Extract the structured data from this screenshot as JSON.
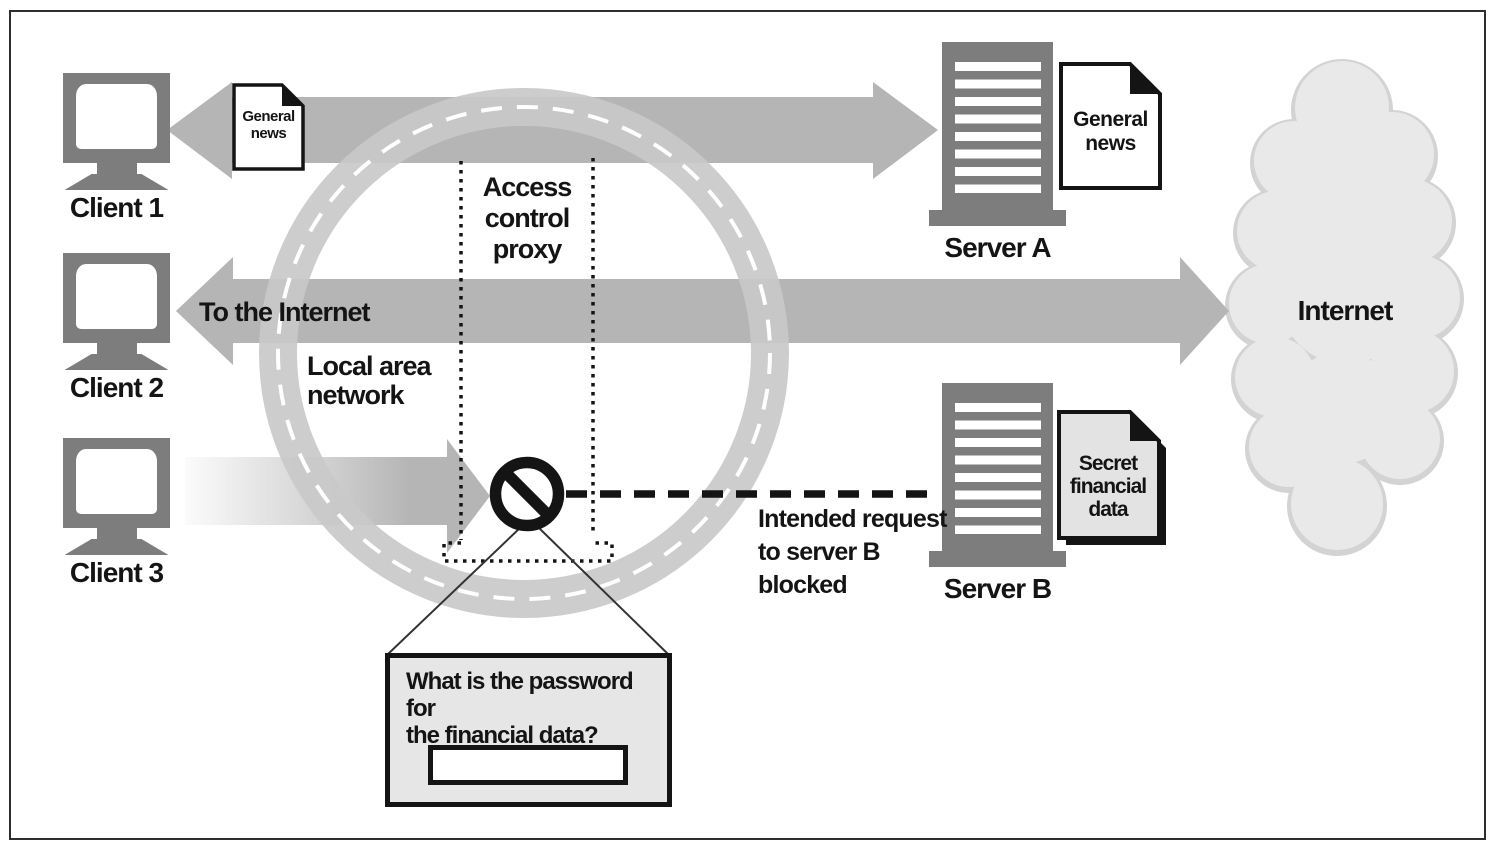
{
  "diagram": {
    "clients": [
      {
        "label": "Client 1"
      },
      {
        "label": "Client 2"
      },
      {
        "label": "Client 3"
      }
    ],
    "servers": [
      {
        "label": "Server A"
      },
      {
        "label": "Server B"
      }
    ],
    "documents": {
      "doc_client1": {
        "line1": "General",
        "line2": "news"
      },
      "doc_server_a": {
        "line1": "General",
        "line2": "news"
      },
      "doc_server_b": {
        "line1": "Secret",
        "line2": "financial",
        "line3": "data"
      }
    },
    "labels": {
      "access_proxy": {
        "line1": "Access",
        "line2": "control",
        "line3": "proxy"
      },
      "to_internet": "To the Internet",
      "lan": {
        "line1": "Local area",
        "line2": "network"
      },
      "blocked": {
        "line1": "Intended request",
        "line2": "to server B",
        "line3": "blocked"
      },
      "internet": "Internet"
    },
    "callout": {
      "question_line1": "What is the password for",
      "question_line2": "the financial data?",
      "input_value": ""
    },
    "colors": {
      "arrow_gray": "#b5b5b5",
      "ring_gray": "#c9c9c9",
      "device_gray": "#7d7d7d",
      "cloud_fill": "#e9e9e9",
      "cloud_rim": "#d3d3d3",
      "doc_gray": "#e3e3e3",
      "callout_bg": "#e6e6e6",
      "ink": "#141414"
    }
  }
}
